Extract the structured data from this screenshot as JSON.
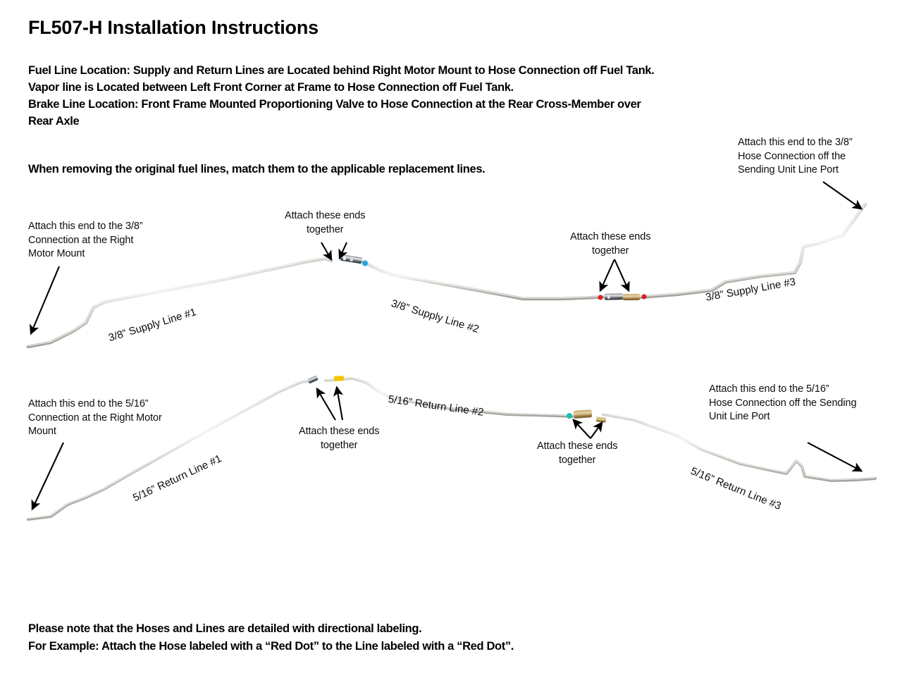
{
  "document": {
    "title": "FL507-H Installation Instructions",
    "location_notes": [
      "Fuel Line Location:  Supply and Return Lines are Located behind Right Motor Mount to Hose Connection off Fuel Tank.",
      "Vapor line is Located between Left Front Corner at Frame to Hose Connection off Fuel Tank.",
      "Brake Line Location: Front Frame Mounted Proportioning Valve to Hose Connection at the Rear Cross-Member over",
      "Rear Axle"
    ],
    "match_instruction": "When removing the original fuel lines, match them to the applicable replacement lines.",
    "footer_notes": [
      "Please note that the Hoses and Lines are detailed with directional labeling.",
      "For Example: Attach the Hose labeled with a “Red Dot” to the Line labeled with a “Red Dot”."
    ]
  },
  "supply_assembly": {
    "name": "3/8” Supply Lines",
    "line_labels": [
      "3/8” Supply Line #1",
      "3/8” Supply Line #2",
      "3/8” Supply Line #3"
    ],
    "callouts": {
      "left_end": [
        "Attach this end to the 3/8”",
        "Connection at the Right",
        "Motor Mount"
      ],
      "joint_1": [
        "Attach these ends",
        "together"
      ],
      "joint_2": [
        "Attach these ends",
        "together"
      ],
      "right_end": [
        "Attach this end to the 3/8”",
        "Hose Connection off the",
        "Sending Unit Line Port"
      ]
    },
    "markers": [
      {
        "name": "blue-dot",
        "color": "#29a8e0",
        "joint": 1
      },
      {
        "name": "red-dot-a",
        "color": "#e02020",
        "joint": 2
      },
      {
        "name": "red-dot-b",
        "color": "#e02020",
        "joint": 2
      }
    ]
  },
  "return_assembly": {
    "name": "5/16” Return Lines",
    "line_labels": [
      "5/16” Return Line #1",
      "5/16” Return Line #2",
      "5/16” Return Line #3"
    ],
    "callouts": {
      "left_end": [
        "Attach this end to the 5/16”",
        "Connection at the Right Motor",
        "Mount"
      ],
      "joint_1": [
        "Attach these ends",
        "together"
      ],
      "joint_2": [
        "Attach these ends",
        "together"
      ],
      "right_end": [
        "Attach this end to the 5/16”",
        "Hose Connection off the Sending",
        "Unit Line Port"
      ]
    },
    "markers": [
      {
        "name": "yellow-dot",
        "color": "#f2c500",
        "joint": 1
      },
      {
        "name": "teal-dot",
        "color": "#17bfae",
        "joint": 2
      }
    ]
  },
  "colors": {
    "tube": "#b9b9b4",
    "tube_highlight": "#efefec",
    "fitting_dark": "#4a4f55",
    "fitting_brass": "#b08b4a",
    "arrow": "#000000",
    "text": "#000000"
  }
}
